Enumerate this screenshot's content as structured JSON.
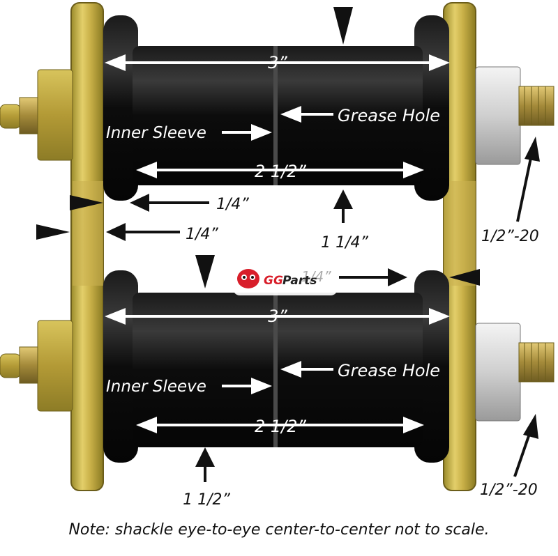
{
  "labels": {
    "top_width": "3”",
    "top_grease": "Grease Hole",
    "top_sleeve": "Inner Sleeve",
    "top_inner_width": "2 1/2”",
    "flange_quarter_1": "1/4”",
    "flange_quarter_2": "1/4”",
    "top_diameter": "1 1/4”",
    "thread_top": "1/2”-20",
    "bottom_quarter": "1/4”",
    "bottom_width": "3”",
    "bottom_grease": "Grease Hole",
    "bottom_sleeve": "Inner Sleeve",
    "bottom_inner_width": "2 1/2”",
    "bottom_diameter": "1 1/2”",
    "thread_bottom": "1/2”-20"
  },
  "logo": {
    "gg": "GG",
    "parts": "Parts"
  },
  "note": "Note: shackle eye-to-eye center-to-center not to scale."
}
